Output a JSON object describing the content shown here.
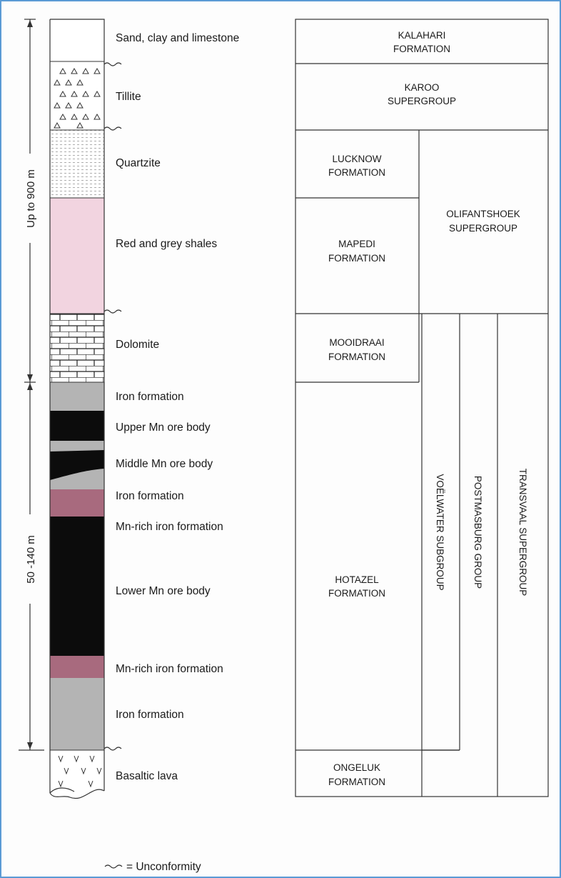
{
  "scale": {
    "upper": "Up to 900 m",
    "lower": "50 -140 m"
  },
  "layers": [
    {
      "label": "Sand, clay and limestone"
    },
    {
      "label": "Tillite"
    },
    {
      "label": "Quartzite"
    },
    {
      "label": "Red and grey shales"
    },
    {
      "label": "Dolomite"
    },
    {
      "label": "Iron formation"
    },
    {
      "label": "Upper Mn ore body"
    },
    {
      "label": "Middle Mn ore body"
    },
    {
      "label": "Iron formation"
    },
    {
      "label": "Mn-rich iron formation"
    },
    {
      "label": "Lower Mn ore body"
    },
    {
      "label": "Mn-rich iron formation"
    },
    {
      "label": "Iron formation"
    },
    {
      "label": "Basaltic lava"
    }
  ],
  "formations": {
    "kalahari": [
      "KALAHARI",
      "FORMATION"
    ],
    "karoo": [
      "KAROO",
      "SUPERGROUP"
    ],
    "lucknow": [
      "LUCKNOW",
      "FORMATION"
    ],
    "mapedi": [
      "MAPEDI",
      "FORMATION"
    ],
    "olifantshoek": [
      "OLIFANTSHOEK",
      "SUPERGROUP"
    ],
    "mooidraai": [
      "MOOIDRAAI",
      "FORMATION"
    ],
    "hotazel": [
      "HOTAZEL",
      "FORMATION"
    ],
    "ongeluk": [
      "ONGELUK",
      "FORMATION"
    ],
    "voelwater": "VOËLWATER SUBGROUP",
    "postmasburg": "POSTMASBURG GROUP",
    "transvaal": "TRANSVAAL SUPERGROUP"
  },
  "legend": "= Unconformity",
  "colors": {
    "shale": "#f2d4e0",
    "iron": "#b4b4b4",
    "ore": "#0c0c0c",
    "mnrich": "#a86a7e"
  }
}
